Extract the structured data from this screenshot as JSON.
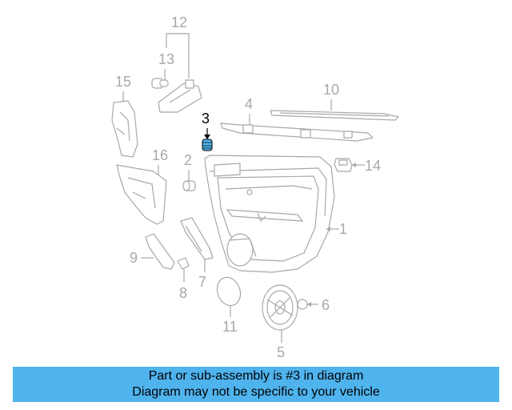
{
  "diagram": {
    "highlight_color": "#4fb3ee",
    "callouts": {
      "c1": "1",
      "c2": "2",
      "c3": "3",
      "c4": "4",
      "c5": "5",
      "c6": "6",
      "c7": "7",
      "c8": "8",
      "c9": "9",
      "c10": "10",
      "c11": "11",
      "c12": "12",
      "c13": "13",
      "c14": "14",
      "c15": "15",
      "c16": "16"
    },
    "highlighted_part": "3"
  },
  "banner": {
    "line1": "Part or sub-assembly is #3 in diagram",
    "line2": "Diagram may not be specific to your vehicle",
    "background": "#4fb3ee"
  }
}
